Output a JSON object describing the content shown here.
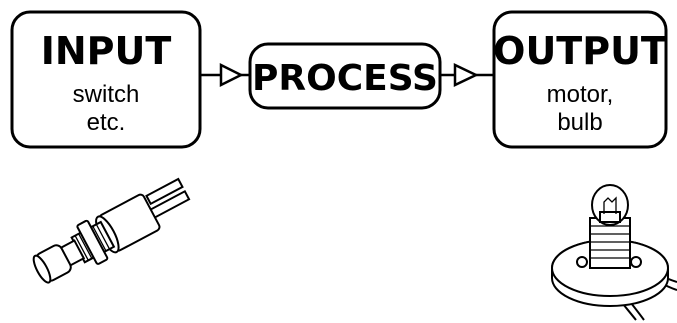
{
  "diagram": {
    "input": {
      "title": "INPUT",
      "lines": [
        "switch",
        "etc."
      ]
    },
    "process": {
      "title": "PROCESS"
    },
    "output": {
      "title": "OUTPUT",
      "lines": [
        "motor,",
        "bulb"
      ]
    },
    "illustrations": {
      "left": "push-button-switch-icon",
      "right": "light-bulb-in-holder-icon"
    }
  }
}
